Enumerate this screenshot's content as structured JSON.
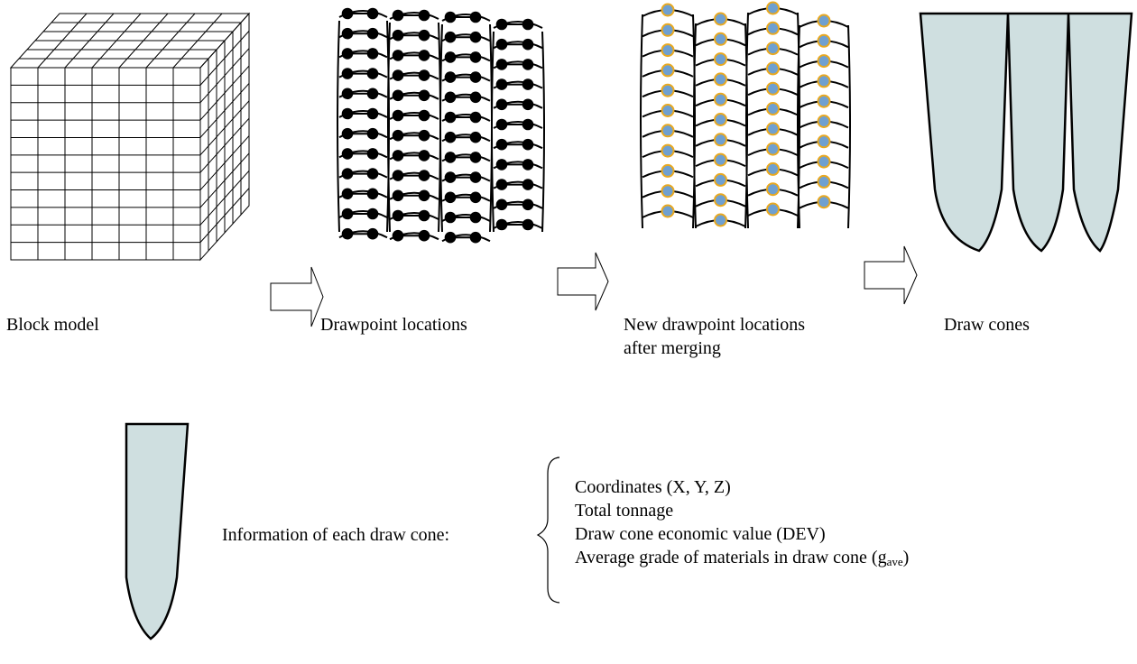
{
  "stages": [
    {
      "label": "Block model"
    },
    {
      "label": "Drawpoint locations"
    },
    {
      "label_line1": "New drawpoint locations",
      "label_line2": "after merging"
    },
    {
      "label": "Draw cones"
    }
  ],
  "info": {
    "lead": "Information of each draw cone:",
    "items": [
      "Coordinates (X, Y, Z)",
      "Total tonnage",
      "Draw cone economic value (DEV)",
      "Average grade of materials in draw cone ("
    ],
    "grade_symbol": "g",
    "grade_subscript": "ave",
    "grade_close": ")"
  },
  "colors": {
    "cone_fill": "#cfdfe0",
    "drawpoint_fill": "#000000",
    "merged_fill": "#6fa0d0",
    "merged_ring": "#e8a820"
  },
  "icons": [
    "right-arrow-icon",
    "right-brace-icon"
  ]
}
